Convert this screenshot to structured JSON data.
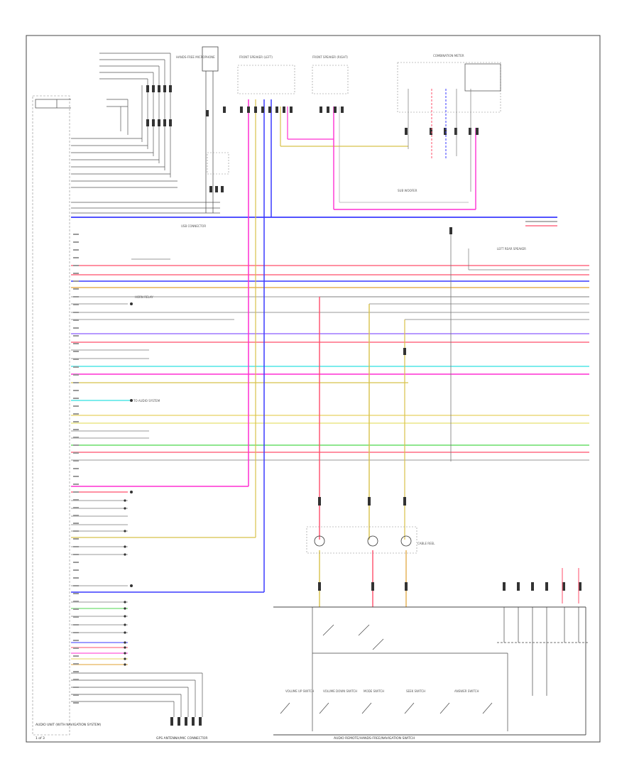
{
  "diagram": {
    "page_number": "1 of 3",
    "labels": {
      "audio_unit": "AUDIO UNIT (WITH NAVIGATION SYSTEM)",
      "steering_switch": "AUDIO REMOTE/HANDS-FREE/NAVIGATION SWITCH",
      "antenna_connector": "GPS ANTENNA/MIC CONNECTOR",
      "front_speaker_left": "FRONT SPEAKER (LEFT)",
      "front_speaker_right": "FRONT SPEAKER (RIGHT)",
      "hands_free_mic": "HANDS-FREE MICROPHONE",
      "cable_reel": "CABLE REEL",
      "left_rear_speaker": "LEFT REAR SPEAKER",
      "combination_meter": "COMBINATION METER",
      "sub_woofer": "SUB WOOFER",
      "usb_connector": "USB CONNECTOR",
      "horn_relay": "HORN RELAY",
      "audio_link": "TO AUDIO SYSTEM",
      "vol_up": "VOLUME UP SWITCH",
      "vol_down": "VOLUME DOWN SWITCH",
      "mode_switch": "MODE SWITCH",
      "seek_switch": "SEEK SWITCH",
      "answer_switch": "ANSWER SWITCH"
    },
    "wire_colors": {
      "red": "#ff4d6a",
      "blue": "#3a3aff",
      "pink": "#ff2fd2",
      "yellow": "#d8c24a",
      "orange": "#e0a030",
      "green": "#4cd64c",
      "cyan": "#2fe0e0",
      "purple": "#8a5cff",
      "grey": "#666666",
      "black": "#111111"
    }
  }
}
